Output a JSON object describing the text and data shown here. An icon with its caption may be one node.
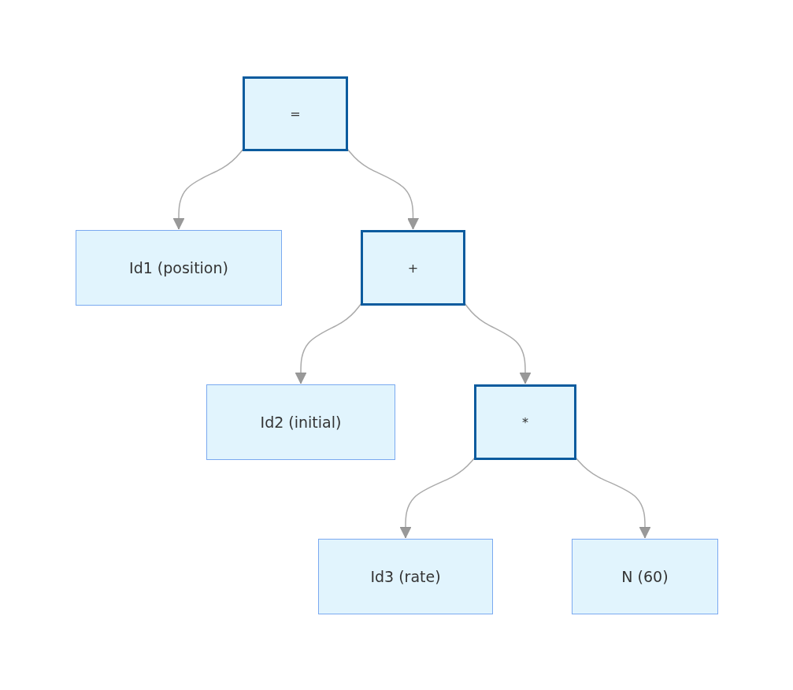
{
  "diagram": {
    "nodes": [
      {
        "text": [
          "="
        ]
      },
      {
        "text": [
          "Id1 (position)"
        ]
      },
      {
        "text": [
          "+"
        ]
      },
      {
        "text": [
          "Id2 (initial)"
        ]
      },
      {
        "text": [
          "*"
        ]
      },
      {
        "text": [
          "Id3 (rate)"
        ]
      },
      {
        "text": [
          "N (60)"
        ]
      }
    ],
    "edges": [
      {
        "from": 0,
        "to": 1,
        "arrow": "to"
      },
      {
        "from": 0,
        "to": 2,
        "arrow": "to"
      },
      {
        "from": 2,
        "to": 3,
        "arrow": "to"
      },
      {
        "from": 2,
        "to": 4,
        "arrow": "to"
      },
      {
        "from": 4,
        "to": 5,
        "arrow": "to"
      },
      {
        "from": 4,
        "to": 6,
        "arrow": "to"
      }
    ]
  }
}
